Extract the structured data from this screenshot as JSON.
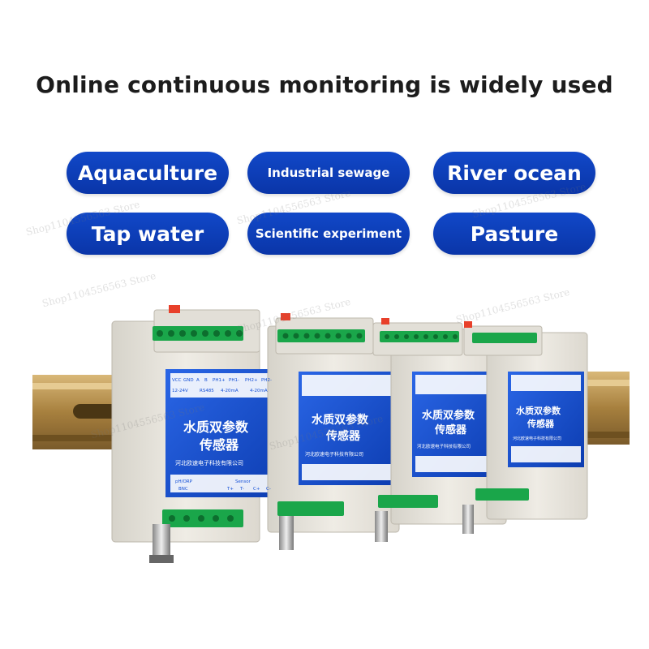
{
  "headline": "Online continuous monitoring is widely used",
  "applications": [
    "Aquaculture",
    "Industrial sewage",
    "River ocean",
    "Tap water",
    "Scientific experiment",
    "Pasture"
  ],
  "watermark": "Shop1104556563 Store",
  "device": {
    "title_line1": "水质双参数",
    "title_line2": "传感器",
    "company": "河北欧速电子科技有限公司",
    "terminal_labels": [
      "VCC",
      "GND",
      "A",
      "B",
      "PH1+",
      "PH1-",
      "PH2+",
      "PH2-"
    ],
    "power": "12-24V",
    "bus": "RS485",
    "current_1": "4-20mA",
    "current_2": "4-20mA",
    "probe_label": "pH/ORP",
    "connector": "BNC",
    "sensor_label": "Sensor",
    "sensor_terminals": [
      "T+",
      "T-",
      "C+",
      "C-"
    ]
  },
  "colors": {
    "pill_blue": "#0f3fbf",
    "label_blue": "#1550d6",
    "housing": "#e8e5dd",
    "terminal_green": "#1aa64a",
    "led_red": "#e8402a",
    "din_rail": "#b08a45"
  }
}
